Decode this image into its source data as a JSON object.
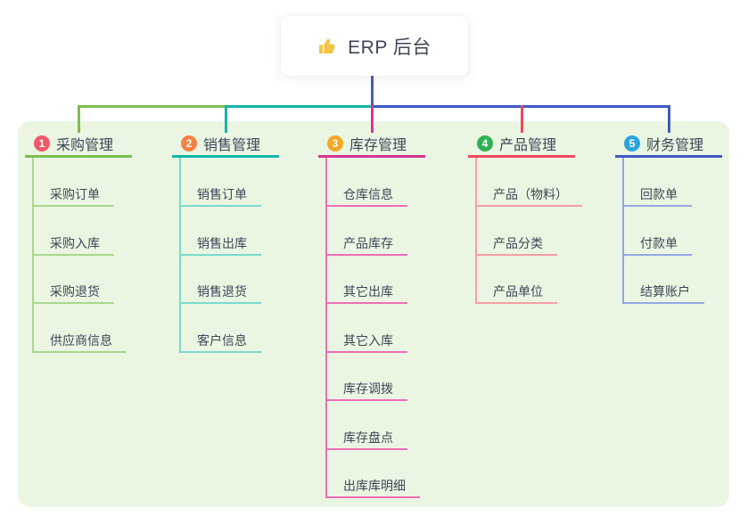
{
  "root": {
    "title": "ERP 后台",
    "icon": "thumbs-up-icon",
    "icon_color": "#f5c344"
  },
  "colors": {
    "canvas_bg": "#ffffff",
    "panel_bg": "#eaf6e2",
    "text": "#3d4757",
    "root_connector": "#4c56c6"
  },
  "branches": [
    {
      "number": "1",
      "label": "采购管理",
      "badge_color": "#f0596b",
      "line_color": "#7cbe50",
      "child_line_color": "#a9d78c",
      "children": [
        "采购订单",
        "采购入库",
        "采购退货",
        "供应商信息"
      ]
    },
    {
      "number": "2",
      "label": "销售管理",
      "badge_color": "#f58143",
      "line_color": "#14b6a7",
      "child_line_color": "#7cd9cc",
      "children": [
        "销售订单",
        "销售出库",
        "销售退货",
        "客户信息"
      ]
    },
    {
      "number": "3",
      "label": "库存管理",
      "badge_color": "#f6a723",
      "line_color": "#d63594",
      "child_line_color": "#ed6fb4",
      "children": [
        "仓库信息",
        "产品库存",
        "其它出库",
        "其它入库",
        "库存调拨",
        "库存盘点",
        "出库库明细"
      ]
    },
    {
      "number": "4",
      "label": "产品管理",
      "badge_color": "#2fb152",
      "line_color": "#f0485b",
      "child_line_color": "#f79da6",
      "children": [
        "产品（物料）",
        "产品分类",
        "产品单位"
      ]
    },
    {
      "number": "5",
      "label": "财务管理",
      "badge_color": "#2ba3db",
      "line_color": "#3e59c6",
      "child_line_color": "#93a9e0",
      "children": [
        "回款单",
        "付款单",
        "结算账户"
      ]
    }
  ]
}
